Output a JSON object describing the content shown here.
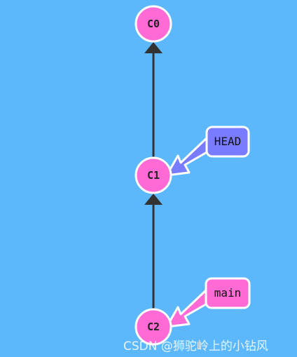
{
  "colors": {
    "background": "#5cb8fa",
    "commit_fill": "#ff6ad5",
    "head_fill": "#7a7cff",
    "branch_fill": "#ff6ad5",
    "edge": "#333333",
    "outline": "#ffffff"
  },
  "commits": [
    {
      "id": "C0"
    },
    {
      "id": "C1"
    },
    {
      "id": "C2"
    }
  ],
  "refs": {
    "head": {
      "label": "HEAD",
      "points_to": "C1"
    },
    "branch": {
      "label": "main",
      "points_to": "C2"
    }
  },
  "watermark": "CSDN @狮驼岭上的小钻风"
}
